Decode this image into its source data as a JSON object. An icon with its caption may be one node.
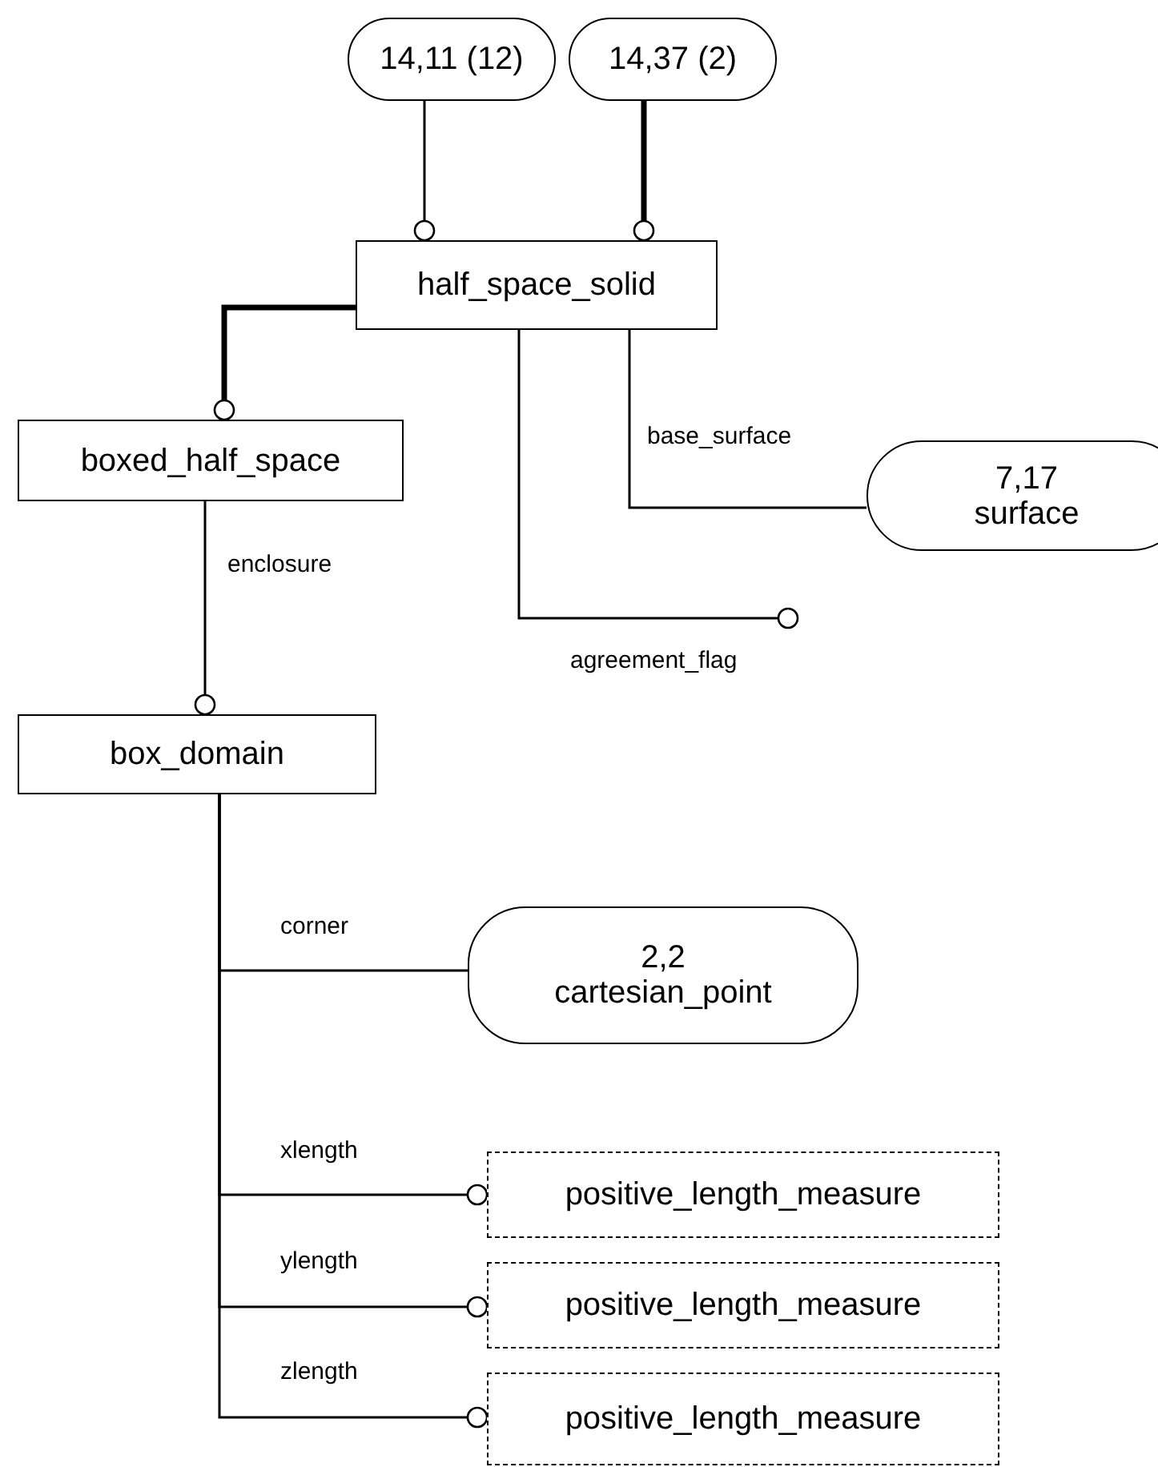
{
  "diagram": {
    "nodes": [
      {
        "text": [
          "14,11 (12)"
        ]
      },
      {
        "text": [
          "14,37 (2)"
        ]
      },
      {
        "text": [
          "half_space_solid"
        ]
      },
      {
        "text": [
          "boxed_half_space"
        ]
      },
      {
        "text": [
          "7,17",
          "surface"
        ]
      },
      {
        "text": [
          "box_domain"
        ]
      },
      {
        "text": [
          "2,2",
          "cartesian_point"
        ]
      },
      {
        "text": [
          "positive_length_measure"
        ]
      },
      {
        "text": [
          "positive_length_measure"
        ]
      },
      {
        "text": [
          "positive_length_measure"
        ]
      }
    ],
    "edges": [
      {
        "from": 0,
        "to": 2,
        "arrow": "other"
      },
      {
        "from": 1,
        "to": 2,
        "arrow": "other",
        "style": "thick"
      },
      {
        "from": 2,
        "to": 3,
        "arrow": "other",
        "style": "thick"
      },
      {
        "from": 3,
        "to": 5,
        "arrow": "other",
        "label": "enclosure"
      },
      {
        "from": 2,
        "to": 4,
        "arrow": "none",
        "label": "base_surface"
      },
      {
        "from": 2,
        "to": null,
        "arrow": "other",
        "label": "agreement_flag"
      },
      {
        "from": 5,
        "to": 6,
        "arrow": "none",
        "label": "corner"
      },
      {
        "from": 5,
        "to": 7,
        "arrow": "other",
        "label": "xlength"
      },
      {
        "from": 5,
        "to": 8,
        "arrow": "other",
        "label": "ylength"
      },
      {
        "from": 5,
        "to": 9,
        "arrow": "other",
        "label": "zlength"
      }
    ]
  }
}
